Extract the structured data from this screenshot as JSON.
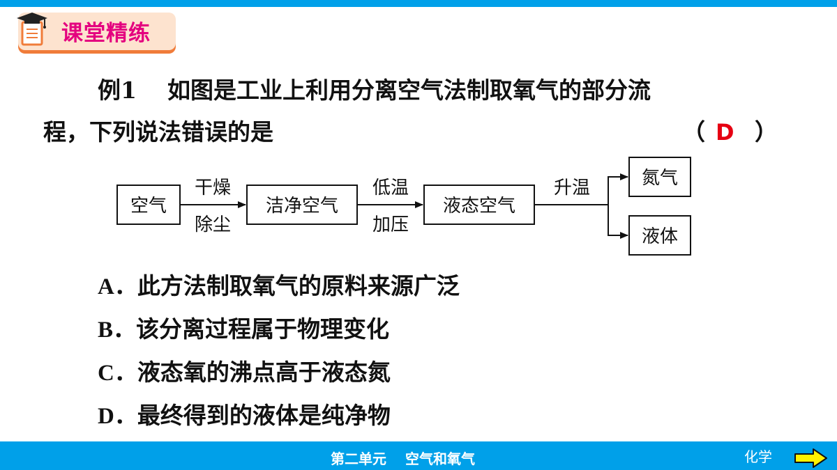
{
  "header": {
    "title": "课堂精练",
    "icon": "graduation-cap-notebook-icon",
    "accent_color": "#e4007f",
    "pill_color": "#fde3cf",
    "shadow_color": "#f07c3a",
    "bar_color": "#00a0e9"
  },
  "question": {
    "number": "例1",
    "line1": "如图是工业上利用分离空气法制取氧气的部分流",
    "line2": "程，下列说法错误的是",
    "paren_open": "（",
    "paren_close": "）",
    "answer": "D",
    "answer_color": "#e60012"
  },
  "diagram": {
    "nodes": {
      "air": "空气",
      "clean_air": "洁净空气",
      "liquid_air": "液态空气",
      "nitrogen": "氮气",
      "liquid": "液体"
    },
    "edges": {
      "step1_top": "干燥",
      "step1_bottom": "除尘",
      "step2_top": "低温",
      "step2_bottom": "加压",
      "step3_top": "升温"
    }
  },
  "options": [
    {
      "letter": "A．",
      "text": "此方法制取氧气的原料来源广泛"
    },
    {
      "letter": "B．",
      "text": "该分离过程属于物理变化"
    },
    {
      "letter": "C．",
      "text": "液态氧的沸点高于液态氮"
    },
    {
      "letter": "D．",
      "text": "最终得到的液体是纯净物"
    }
  ],
  "footer": {
    "unit": "第二单元　 空气和氧气",
    "subject": "化学",
    "next_icon": "next-arrow-icon",
    "arrow_color": "#fff200"
  }
}
